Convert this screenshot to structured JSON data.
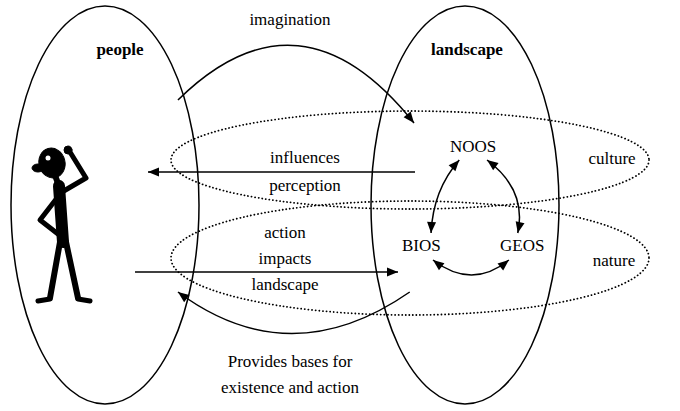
{
  "diagram": {
    "nodes": [
      {
        "text": [
          "people"
        ]
      },
      {
        "text": [
          "landscape"
        ]
      },
      {
        "text": [
          "NOOS"
        ],
        "in": 1
      },
      {
        "text": [
          "BIOS"
        ],
        "in": 1
      },
      {
        "text": [
          "GEOS"
        ],
        "in": 1
      },
      {
        "text": [
          "culture"
        ]
      },
      {
        "text": [
          "nature"
        ]
      }
    ],
    "edges": [
      {
        "from": 0,
        "to": 2,
        "label": "imagination",
        "arrow": "to"
      },
      {
        "from": 2,
        "to": 0,
        "label": "influences perception",
        "arrow": "to"
      },
      {
        "from": 0,
        "to": 3,
        "label": "action impacts landscape",
        "arrow": "to"
      },
      {
        "from": 3,
        "to": 0,
        "label": "Provides bases for existence and action",
        "arrow": "to"
      },
      {
        "from": 2,
        "to": 3,
        "arrow": "both"
      },
      {
        "from": 2,
        "to": 4,
        "arrow": "both"
      },
      {
        "from": 3,
        "to": 4,
        "arrow": "both"
      }
    ]
  }
}
